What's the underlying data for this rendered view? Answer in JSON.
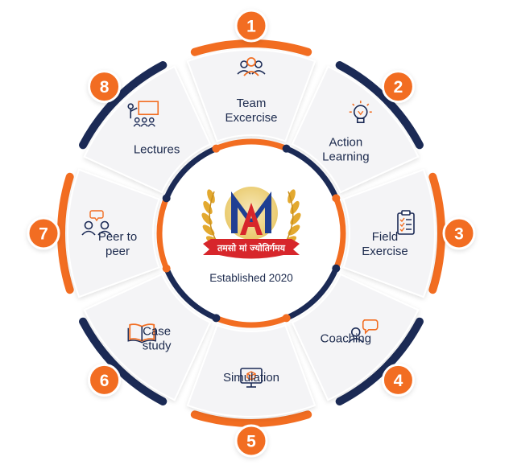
{
  "segments": [
    {
      "number": "1",
      "lines": [
        "Team",
        "Excercise"
      ],
      "icon": "team-icon"
    },
    {
      "number": "2",
      "lines": [
        "Action",
        "Learning"
      ],
      "icon": "lightbulb-icon"
    },
    {
      "number": "3",
      "lines": [
        "Field",
        "Exercise"
      ],
      "icon": "clipboard-icon"
    },
    {
      "number": "4",
      "lines": [
        "Coaching"
      ],
      "icon": "coaching-icon"
    },
    {
      "number": "5",
      "lines": [
        "Simulation"
      ],
      "icon": "monitor-cube-icon"
    },
    {
      "number": "6",
      "lines": [
        "Case",
        "study"
      ],
      "icon": "open-book-icon"
    },
    {
      "number": "7",
      "lines": [
        "Peer to",
        "peer"
      ],
      "icon": "peer-chat-icon"
    },
    {
      "number": "8",
      "lines": [
        "Lectures"
      ],
      "icon": "presentation-board-icon"
    }
  ],
  "logo": {
    "monogram": "MA",
    "motto": "तमसो मां ज्योतिर्गमय",
    "established": "Established 2020"
  },
  "colors": {
    "orange": "#f26d21",
    "navy": "#1b2a55",
    "panel": "#f4f4f6",
    "ribbon": "#d7262b",
    "gold": "#e7b43a"
  }
}
